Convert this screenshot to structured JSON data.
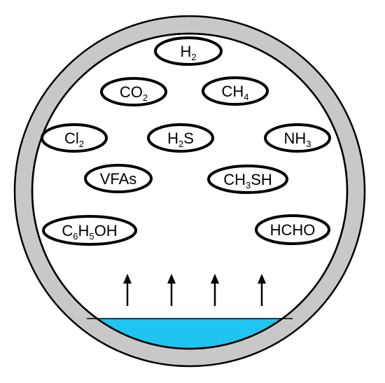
{
  "colors": {
    "vessel_wall": "#c8c8c8",
    "outline": "#000000",
    "liquid": "#20c4f0",
    "interior": "#ffffff"
  },
  "gases": [
    {
      "id": "h2",
      "parts": [
        {
          "t": "H"
        },
        {
          "t": "2",
          "sub": true
        }
      ]
    },
    {
      "id": "co2",
      "parts": [
        {
          "t": "CO"
        },
        {
          "t": "2",
          "sub": true
        }
      ]
    },
    {
      "id": "ch4",
      "parts": [
        {
          "t": "CH"
        },
        {
          "t": "4",
          "sub": true
        }
      ]
    },
    {
      "id": "cl2",
      "parts": [
        {
          "t": "Cl"
        },
        {
          "t": "2",
          "sub": true
        }
      ]
    },
    {
      "id": "h2s",
      "parts": [
        {
          "t": "H"
        },
        {
          "t": "2",
          "sub": true
        },
        {
          "t": "S"
        }
      ]
    },
    {
      "id": "nh3",
      "parts": [
        {
          "t": "NH"
        },
        {
          "t": "3",
          "sub": true
        }
      ]
    },
    {
      "id": "vfas",
      "parts": [
        {
          "t": "VFAs"
        }
      ]
    },
    {
      "id": "ch3sh",
      "parts": [
        {
          "t": "CH"
        },
        {
          "t": "3",
          "sub": true
        },
        {
          "t": "SH"
        }
      ]
    },
    {
      "id": "c6h5oh",
      "parts": [
        {
          "t": "C"
        },
        {
          "t": "6",
          "sub": true
        },
        {
          "t": "H"
        },
        {
          "t": "5",
          "sub": true
        },
        {
          "t": "OH"
        }
      ]
    },
    {
      "id": "hcho",
      "parts": [
        {
          "t": "HCHO"
        }
      ]
    }
  ],
  "arrow_count": 4,
  "arrow_icon": "arrow-up-icon"
}
